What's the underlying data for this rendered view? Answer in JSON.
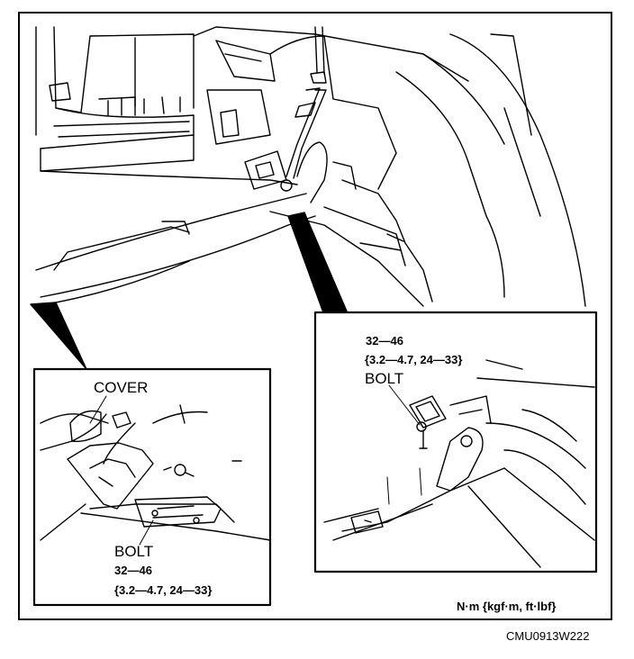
{
  "left_detail": {
    "cover_label": "COVER",
    "bolt_label": "BOLT",
    "torque_nm": "32—46",
    "torque_alt": "{3.2—4.7, 24—33}"
  },
  "right_detail": {
    "bolt_label": "BOLT",
    "torque_nm": "32—46",
    "torque_alt": "{3.2—4.7, 24—33}"
  },
  "units_note": "N·m {kgf·m, ft·lbf}",
  "figure_code": "CMU0913W222"
}
